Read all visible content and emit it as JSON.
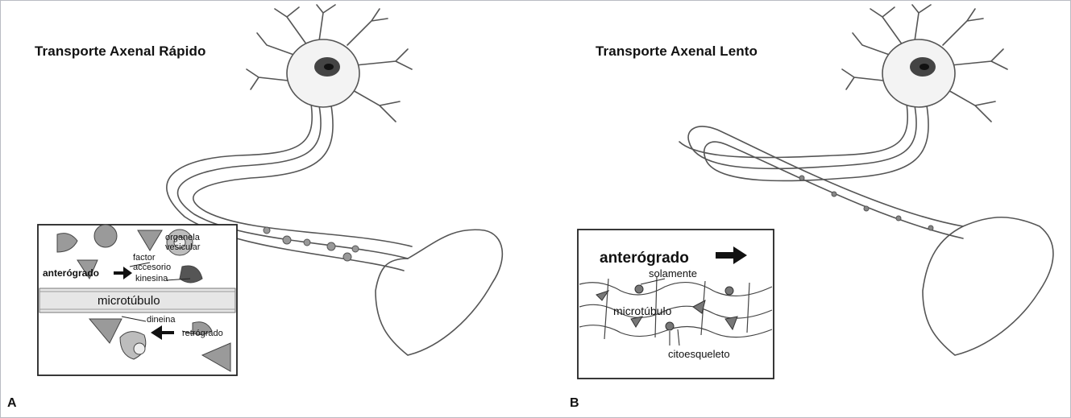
{
  "panel_a": {
    "title": "Transporte Axenal Rápido",
    "letter": "A",
    "inset": {
      "organela_line1": "organela",
      "organela_line2": "vesicular",
      "factor_line1": "factor",
      "factor_line2": "accesorio",
      "kinesina": "kinesina",
      "anterogrado": "anterógrado",
      "microtubulo": "microtúbulo",
      "dineina": "dineina",
      "retrogrado": "retrógrado"
    }
  },
  "panel_b": {
    "title": "Transporte Axenal Lento",
    "letter": "B",
    "inset": {
      "anterogrado": "anterógrado",
      "solamente": "solamente",
      "microtubulo": "microtúbulo",
      "citoesqueleto": "citoesqueleto"
    }
  }
}
